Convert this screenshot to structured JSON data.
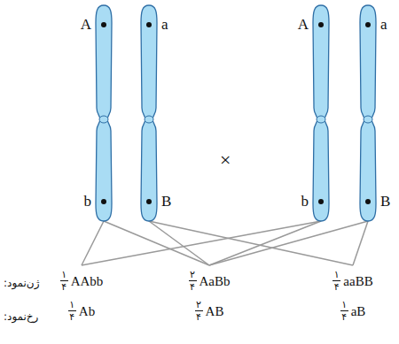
{
  "diagram": {
    "nodes": [
      {
        "text": [
          "A",
          "b"
        ]
      },
      {
        "text": [
          "a",
          "B"
        ]
      },
      {
        "text": [
          "A",
          "b"
        ]
      },
      {
        "text": [
          "a",
          "B"
        ]
      },
      {
        "text": [
          "۱",
          "۴",
          "AAbb"
        ]
      },
      {
        "text": [
          "۲",
          "۴",
          "AaBb"
        ]
      },
      {
        "text": [
          "۱",
          "۴",
          "aaBB"
        ]
      }
    ],
    "edges": [
      {
        "from": 0,
        "to": 4,
        "arrow": "none"
      },
      {
        "from": 0,
        "to": 5,
        "arrow": "none"
      },
      {
        "from": 1,
        "to": 5,
        "arrow": "none"
      },
      {
        "from": 1,
        "to": 6,
        "arrow": "none"
      },
      {
        "from": 2,
        "to": 4,
        "arrow": "none"
      },
      {
        "from": 2,
        "to": 5,
        "arrow": "none"
      },
      {
        "from": 3,
        "to": 5,
        "arrow": "none"
      },
      {
        "from": 3,
        "to": 6,
        "arrow": "none"
      }
    ],
    "labels": [
      "×",
      "ژن‌نمود:",
      "رخ‌نمود:",
      "۱",
      "۴",
      "Ab",
      "۲",
      "۴",
      "AB",
      "۱",
      "۴",
      "aB"
    ]
  }
}
